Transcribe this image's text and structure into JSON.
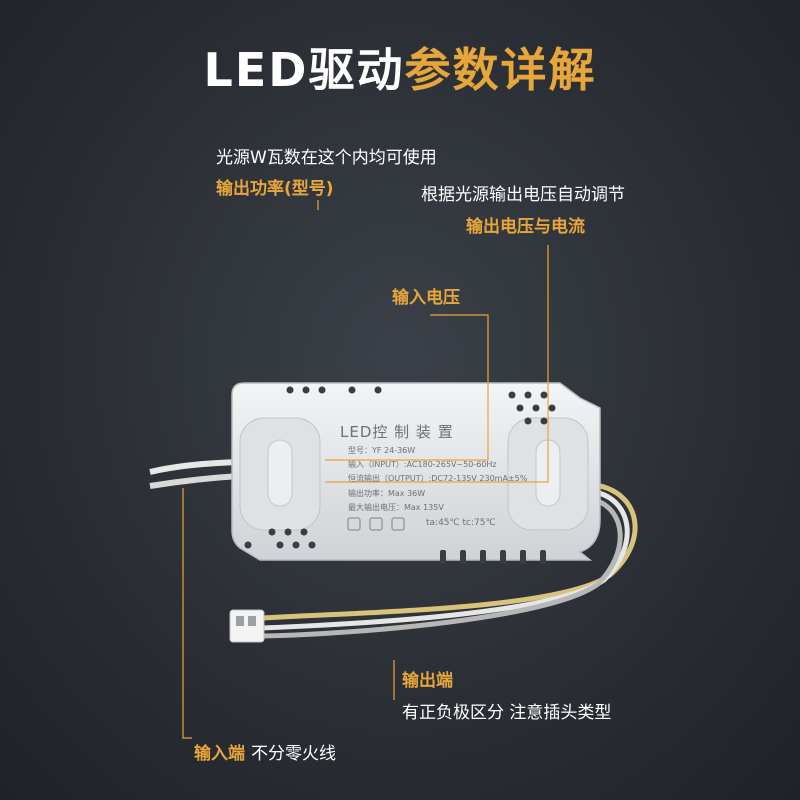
{
  "title": {
    "part1": "LED驱动",
    "part2": "参数详解"
  },
  "annotations": {
    "power_desc": "光源W瓦数在这个内均可使用",
    "power_label": "输出功率(型号)",
    "output_desc": "根据光源输出电压自动调节",
    "output_label": "输出电压与电流",
    "input_voltage_label": "输入电压",
    "output_end_label": "输出端",
    "output_end_desc": "有正负极区分 注意插头类型",
    "input_end_label": "输入端",
    "input_end_desc": "不分零火线"
  },
  "device": {
    "heading": "LED控 制 装 置",
    "model": "型号：YF 24-36W",
    "input": "输入（INPUT）:AC180-265V~50-60Hz",
    "output": "恒流输出（OUTPUT）:DC72-135V 230mA±5%",
    "power": "输出功率：Max 36W",
    "max_voltage": "最大输出电压：Max 135V",
    "temps": "ta:45℃  tc:75℃"
  },
  "colors": {
    "accent": "#e6a63a",
    "background": "#2b2f35",
    "device": "#e9eaec"
  }
}
